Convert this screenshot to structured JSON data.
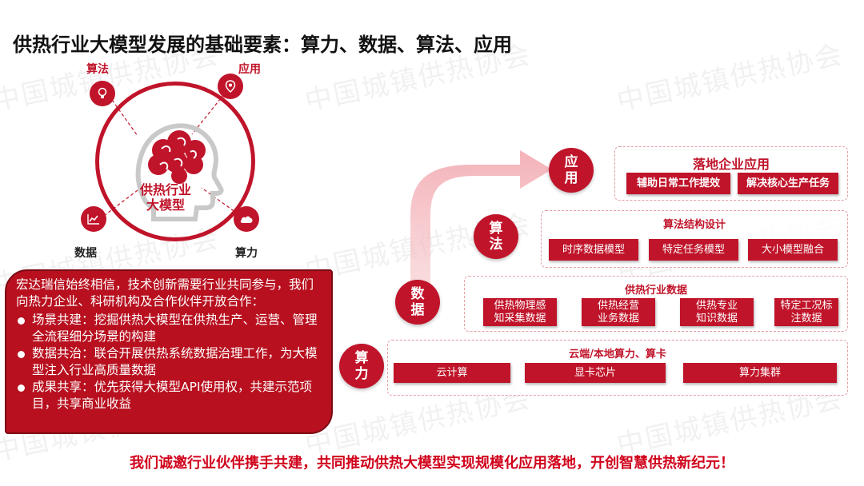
{
  "title": "供热行业大模型发展的基础要素：算力、数据、算法、应用",
  "watermark": "中国城镇供热协会",
  "diagram": {
    "center_label": "供热行业大模型",
    "center_line1": "供热行业",
    "center_line2": "大模型",
    "nodes": {
      "algorithm": "算法",
      "application": "应用",
      "data": "数据",
      "compute": "算力"
    }
  },
  "intro": {
    "lead": "宏达瑞信始终相信，技术创新需要行业共同参与，我们向热力企业、科研机构及合作伙伴开放合作：",
    "items": [
      "场景共建：挖掘供热大模型在供热生产、运营、管理全流程细分场景的构建",
      "数据共治：联合开展供热系统数据治理工作，为大模型注入行业高质量数据",
      "成果共享：优先获得大模型API使用权，共建示范项目，共享商业收益"
    ]
  },
  "stack": {
    "application": {
      "label": "应用",
      "title": "落地企业应用",
      "items": [
        "辅助日常工作提效",
        "解决核心生产任务"
      ]
    },
    "algorithm": {
      "label": "算法",
      "title": "算法结构设计",
      "items": [
        "时序数据模型",
        "特定任务模型",
        "大小模型融合"
      ]
    },
    "data": {
      "label": "数据",
      "title": "供热行业数据",
      "items": [
        "供热物理感知采集数据",
        "供热经营业务数据",
        "供热专业知识数据",
        "特定工况标注数据"
      ]
    },
    "compute": {
      "label": "算力",
      "title": "云端/本地算力、算卡",
      "items": [
        "云计算",
        "显卡芯片",
        "算力集群"
      ]
    }
  },
  "closing": "我们诚邀行业伙伴携手共建，共同推动供热大模型实现规模化应用落地，开创智慧供热新纪元！",
  "colors": {
    "accent": "#c0142a",
    "closing_text": "#d0021b"
  },
  "icons": [
    "location-pin-icon",
    "bulb-icon",
    "line-chart-icon",
    "cloud-icon",
    "brain-head-icon"
  ]
}
